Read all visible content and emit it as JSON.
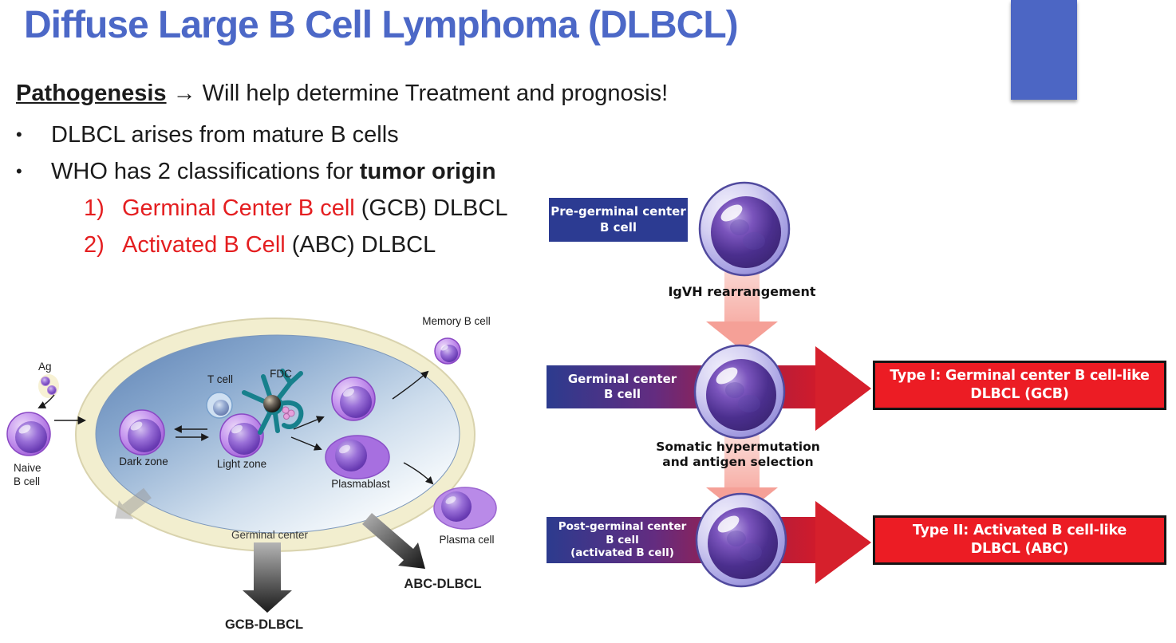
{
  "slide": {
    "title": "Diffuse Large B Cell Lymphoma (DLBCL)"
  },
  "intro": {
    "heading": "Pathogenesis",
    "heading_rest": " → Will help determine Treatment and prognosis!",
    "bullet_char": "•",
    "bullet1": "DLBCL arises from mature B cells",
    "bullet2_plain": "WHO has 2 classifications for ",
    "bullet2_bold": "tumor origin",
    "item1_num": "1)",
    "item1_red": "Germinal Center B cell",
    "item1_rest": " (GCB) DLBCL",
    "item2_num": "2)",
    "item2_red": "Activated B Cell",
    "item2_rest": " (ABC) DLBCL"
  },
  "germinal_diagram": {
    "ag": "Ag",
    "naive_line1": "Naive",
    "naive_line2": "B cell",
    "dark_zone": "Dark zone",
    "light_zone": "Light zone",
    "t_cell": "T cell",
    "fdc": "FDC",
    "plasmablast": "Plasmablast",
    "memory_b_cell": "Memory B cell",
    "plasma_cell": "Plasma cell",
    "germinal_center": "Germinal center",
    "gcb_dlbcl": "GCB-DLBCL",
    "abc_dlbcl": "ABC-DLBCL"
  },
  "pathway_diagram": {
    "pre_gc_line1": "Pre-germinal center",
    "pre_gc_line2": "B cell",
    "igvh": "IgVH rearrangement",
    "gc_line1": "Germinal center",
    "gc_line2": "B cell",
    "somatic_line1": "Somatic hypermutation",
    "somatic_line2": "and antigen selection",
    "post_gc_line1": "Post-germinal center",
    "post_gc_line2": "B cell",
    "post_gc_line3": "(activated B cell)",
    "type1_line1": "Type I: Germinal center B cell-like",
    "type1_line2": "DLBCL (GCB)",
    "type2_line1": "Type II: Activated B cell-like",
    "type2_line2": "DLBCL (ABC)"
  },
  "colors": {
    "title_blue": "#4c68c7",
    "corner_rect_blue": "#4c66c4",
    "red_text": "#e41e20",
    "navy_box": "#2c3b92",
    "red_box": "#ec1c24",
    "red_arrow": "#d6202c",
    "pink_arrow": "#f5a097",
    "germinal_ring_cream": "#f2eecf"
  }
}
